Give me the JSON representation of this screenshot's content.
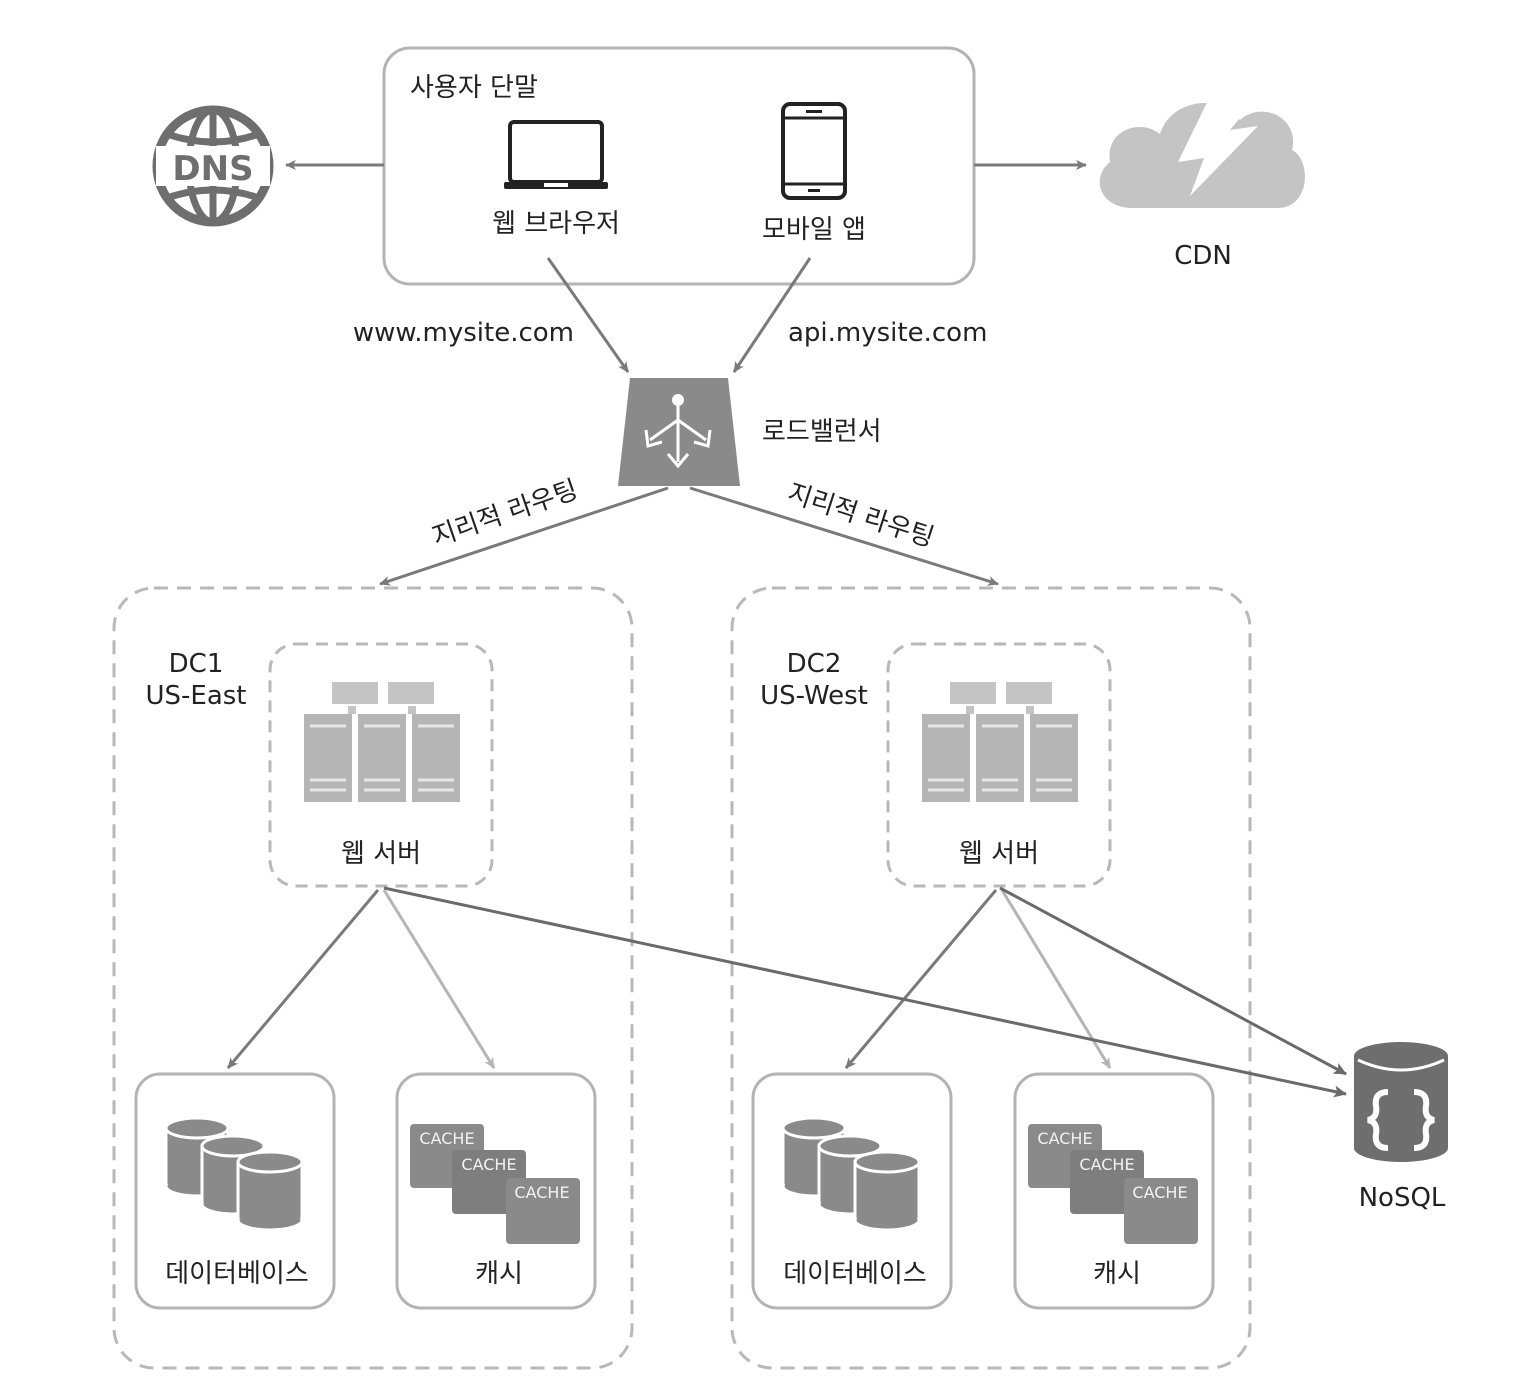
{
  "user_devices": {
    "title": "사용자 단말",
    "web_browser": "웹 브라우저",
    "mobile_app": "모바일 앱"
  },
  "dns": {
    "label": "DNS"
  },
  "cdn": {
    "label": "CDN"
  },
  "domains": {
    "www": "www.mysite.com",
    "api": "api.mysite.com"
  },
  "load_balancer": {
    "label": "로드밸런서"
  },
  "routing": {
    "left": "지리적 라우팅",
    "right": "지리적 라우팅"
  },
  "datacenters": [
    {
      "name": "DC1",
      "region": "US-East",
      "web_server": "웹 서버",
      "database": "데이터베이스",
      "cache": "캐시",
      "cache_tags": [
        "CACHE",
        "CACHE",
        "CACHE"
      ]
    },
    {
      "name": "DC2",
      "region": "US-West",
      "web_server": "웹 서버",
      "database": "데이터베이스",
      "cache": "캐시",
      "cache_tags": [
        "CACHE",
        "CACHE",
        "CACHE"
      ]
    }
  ],
  "nosql": {
    "label": "NoSQL"
  },
  "colors": {
    "icon": "#8a8a8a",
    "icon_dark": "#6e6e6e",
    "icon_light": "#c4c4c4",
    "line": "#7a7a7a",
    "line_light": "#b5b5b5",
    "box_border": "#b3b3b3",
    "dashed": "#b8b8b8"
  }
}
